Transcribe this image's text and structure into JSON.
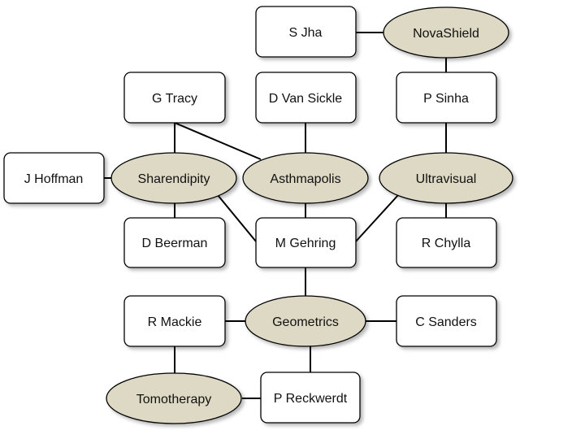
{
  "diagram": {
    "people": {
      "s_jha": "S Jha",
      "g_tracy": "G Tracy",
      "d_van_sickle": "D Van Sickle",
      "p_sinha": "P Sinha",
      "j_hoffman": "J Hoffman",
      "d_beerman": "D Beerman",
      "m_gehring": "M Gehring",
      "r_chylla": "R Chylla",
      "r_mackie": "R Mackie",
      "c_sanders": "C Sanders",
      "p_reckwerdt": "P Reckwerdt"
    },
    "companies": {
      "novashield": "NovaShield",
      "sharendipity": "Sharendipity",
      "asthmapolis": "Asthmapolis",
      "ultravisual": "Ultravisual",
      "geometrics": "Geometrics",
      "tomotherapy": "Tomotherapy"
    },
    "connections": [
      [
        "s_jha",
        "novashield"
      ],
      [
        "novashield",
        "p_sinha"
      ],
      [
        "p_sinha",
        "ultravisual"
      ],
      [
        "g_tracy",
        "sharendipity"
      ],
      [
        "g_tracy",
        "asthmapolis"
      ],
      [
        "d_van_sickle",
        "asthmapolis"
      ],
      [
        "j_hoffman",
        "sharendipity"
      ],
      [
        "sharendipity",
        "d_beerman"
      ],
      [
        "sharendipity",
        "m_gehring"
      ],
      [
        "asthmapolis",
        "m_gehring"
      ],
      [
        "ultravisual",
        "m_gehring"
      ],
      [
        "ultravisual",
        "r_chylla"
      ],
      [
        "m_gehring",
        "geometrics"
      ],
      [
        "r_mackie",
        "geometrics"
      ],
      [
        "geometrics",
        "c_sanders"
      ],
      [
        "geometrics",
        "p_reckwerdt"
      ],
      [
        "r_mackie",
        "tomotherapy"
      ],
      [
        "tomotherapy",
        "p_reckwerdt"
      ]
    ],
    "colors": {
      "company_fill": "#ddd9c4",
      "person_fill": "#ffffff",
      "stroke": "#000000"
    }
  }
}
